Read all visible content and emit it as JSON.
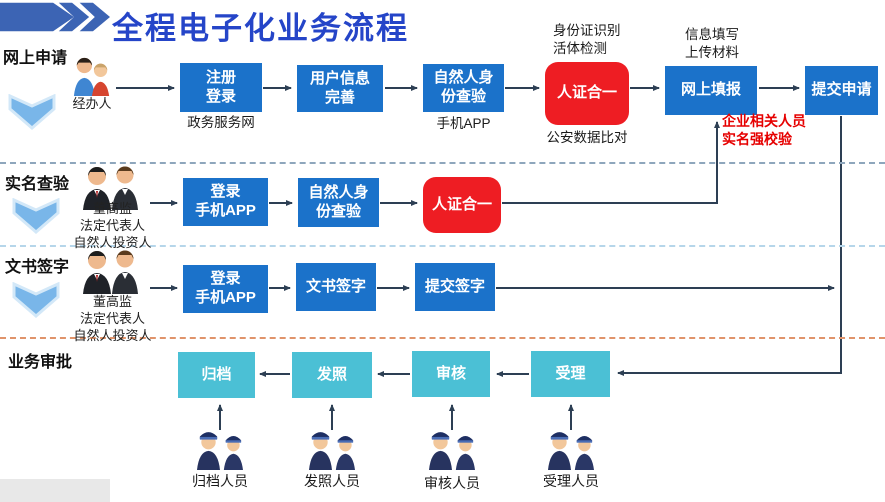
{
  "title": "全程电子化业务流程",
  "colors": {
    "title_blue": "#2545c8",
    "banner_blue": "#3c64b4",
    "process_blue": "#1b72ca",
    "alert_red": "#ee1d23",
    "approve_cyan": "#4bc0d5",
    "annotation_red": "#e60000",
    "connector": "#2d3f54"
  },
  "lanes": {
    "apply": {
      "label": "网上申请"
    },
    "verify": {
      "label": "实名查验"
    },
    "sign": {
      "label": "文书签字"
    },
    "approve": {
      "label": "业务审批"
    }
  },
  "row1": {
    "actor_label": "经办人",
    "steps": {
      "register": {
        "label": "注册\n登录",
        "below": "政务服务网"
      },
      "userinfo": {
        "label": "用户信息\n完善"
      },
      "identity": {
        "label": "自然人身\n份查验",
        "below": "手机APP"
      },
      "verify": {
        "label": "人证合一",
        "above": "身份证识别\n活体检测",
        "below": "公安数据比对"
      },
      "fill": {
        "label": "网上填报",
        "above": "信息填写\n上传材料"
      },
      "submit": {
        "label": "提交申请"
      }
    },
    "annotation": "企业相关人员\n实名强校验"
  },
  "row2": {
    "actor_label": "董高监\n法定代表人\n自然人投资人",
    "steps": {
      "login": {
        "label": "登录\n手机APP"
      },
      "identity": {
        "label": "自然人身\n份查验"
      },
      "verify": {
        "label": "人证合一"
      }
    }
  },
  "row3": {
    "actor_label": "董高监\n法定代表人\n自然人投资人",
    "steps": {
      "login": {
        "label": "登录\n手机APP"
      },
      "sign": {
        "label": "文书签字"
      },
      "submit": {
        "label": "提交签字"
      }
    }
  },
  "row4": {
    "steps": {
      "archive": {
        "label": "归档",
        "staff": "归档人员"
      },
      "license": {
        "label": "发照",
        "staff": "发照人员"
      },
      "review": {
        "label": "审核",
        "staff": "审核人员"
      },
      "accept": {
        "label": "受理",
        "staff": "受理人员"
      }
    }
  }
}
